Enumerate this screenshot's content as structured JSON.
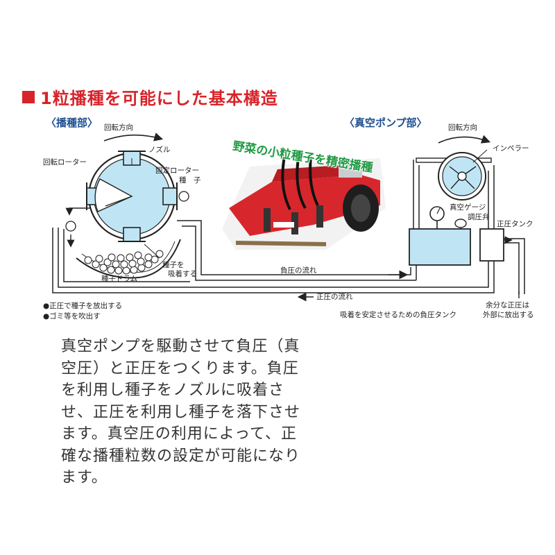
{
  "title": "1粒播種を可能にした基本構造",
  "sections": {
    "seeding": "〈播種部〉",
    "pump": "〈真空ポンプ部〉"
  },
  "labels": {
    "rotation_left": "回転方向",
    "nozzle": "ノズル",
    "rotor": "回転ローター",
    "fixed_rotor": "固定ローター",
    "seed": "種　子",
    "seed_adsorb_1": "種子を",
    "seed_adsorb_2": "吸着する",
    "drum": "種子ドラム",
    "negative_flow": "負圧の流れ",
    "positive_flow": "正圧の流れ",
    "rotation_right": "回転方向",
    "impeller": "インペラー",
    "vacuum_gauge": "真空ゲージ",
    "regulator": "調圧弁",
    "positive_tank": "正圧タンク",
    "negative_tank": "吸着を安定させるための負圧タンク",
    "excess_1": "余分な正圧は",
    "excess_2": "外部に放出する"
  },
  "notes": {
    "release": "●正圧で種子を放出する",
    "dust": "●ゴミ等を吹出す"
  },
  "photo_caption": "野菜の小粒種子を精密播種",
  "description": "真空ポンプを駆動させて負圧（真空圧）と正圧をつくります。負圧を利用し種子をノズルに吸着させ、正圧を利用し種子を落下させます。真空圧の利用によって、正確な播種粒数の設定が可能になります。",
  "colors": {
    "accent": "#d8232a",
    "section": "#1d4f91",
    "caption": "#1f9a43",
    "rotor_fill": "#bfe5f5",
    "tank_fill": "#bfe5f5"
  }
}
